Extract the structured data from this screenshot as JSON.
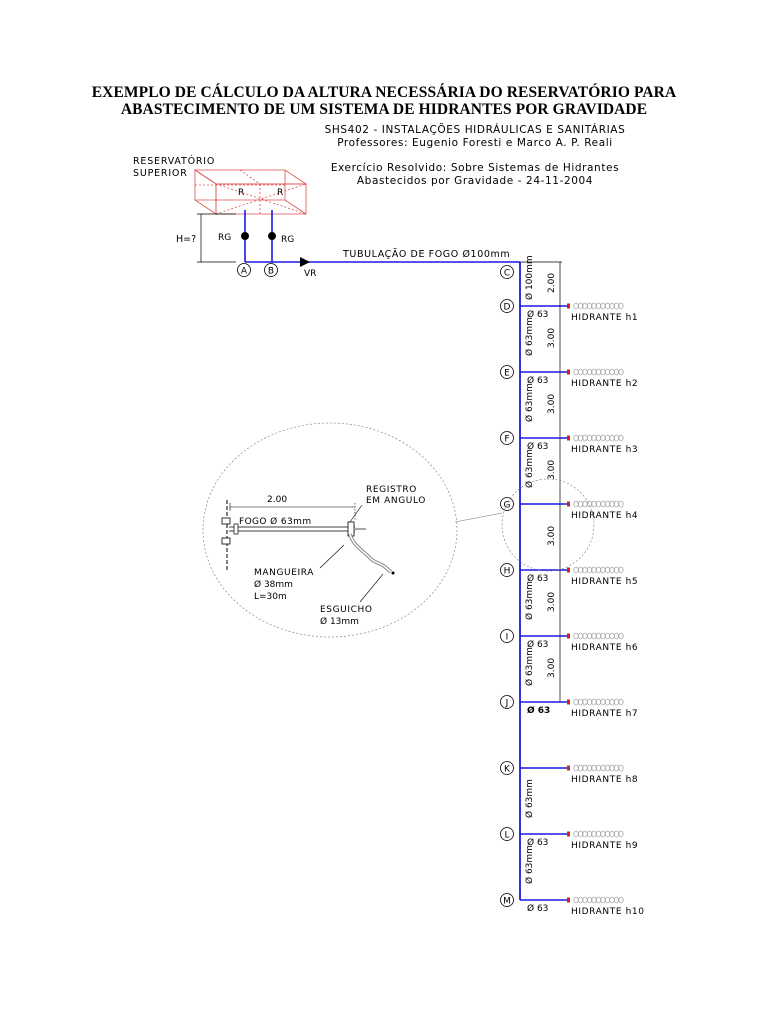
{
  "header": {
    "title_line1": "EXEMPLO DE CÁLCULO DA ALTURA NECESSÁRIA DO RESERVATÓRIO PARA",
    "title_line2": "ABASTECIMENTO DE UM SISTEMA DE HIDRANTES POR GRAVIDADE",
    "course": "SHS402 - INSTALAÇÕES HIDRÁULICAS E SANITÁRIAS",
    "professors": "Professores: Eugenio Foresti e Marco A. P. Reali",
    "exercise_line1": "Exercício Resolvido: Sobre Sistemas de Hidrantes",
    "exercise_line2": "Abastecidos por Gravidade - 24-11-2004"
  },
  "reservoir": {
    "label_line1": "RESERVATÓRIO",
    "label_line2": "SUPERIOR",
    "cell_left": "R",
    "cell_right": "R",
    "height_label": "H=?",
    "valve_left": "RG",
    "valve_right": "RG",
    "node_a": "A",
    "node_b": "B",
    "check_valve": "VR"
  },
  "main_pipe": {
    "label": "TUBULAÇÃO DE FOGO Ø100mm",
    "riser_diameter": "Ø 100mm",
    "riser_length": "2.00"
  },
  "riser_nodes": [
    {
      "id": "C"
    },
    {
      "id": "D"
    },
    {
      "id": "E"
    },
    {
      "id": "F"
    },
    {
      "id": "G"
    },
    {
      "id": "H"
    },
    {
      "id": "I"
    },
    {
      "id": "J"
    },
    {
      "id": "K"
    },
    {
      "id": "L"
    },
    {
      "id": "M"
    }
  ],
  "hydrants": [
    {
      "label": "HIDRANTE h1",
      "branch": "Ø 63",
      "segment_diam": "Ø 63mm",
      "segment_len": "3.00"
    },
    {
      "label": "HIDRANTE h2",
      "branch": "Ø 63",
      "segment_diam": "Ø 63mm",
      "segment_len": "3.00"
    },
    {
      "label": "HIDRANTE h3",
      "branch": "Ø 63",
      "segment_diam": "Ø 63mm",
      "segment_len": "3.00"
    },
    {
      "label": "HIDRANTE h4",
      "branch": "",
      "segment_diam": "",
      "segment_len": "3.00"
    },
    {
      "label": "HIDRANTE h5",
      "branch": "Ø 63",
      "segment_diam": "Ø 63mm",
      "segment_len": "3.00"
    },
    {
      "label": "HIDRANTE h6",
      "branch": "Ø 63",
      "segment_diam": "Ø 63mm",
      "segment_len": "3.00"
    },
    {
      "label": "HIDRANTE h7",
      "branch": "Ø 63",
      "segment_diam": "",
      "segment_len": ""
    },
    {
      "label": "HIDRANTE h8",
      "branch": "",
      "segment_diam": "Ø 63mm",
      "segment_len": ""
    },
    {
      "label": "HIDRANTE h9",
      "branch": "Ø 63",
      "segment_diam": "Ø 63mm",
      "segment_len": ""
    },
    {
      "label": "HIDRANTE h10",
      "branch": "Ø 63",
      "segment_diam": "",
      "segment_len": ""
    }
  ],
  "detail": {
    "length": "2.00",
    "pipe_label": "FOGO Ø 63mm",
    "valve_line1": "REGISTRO",
    "valve_line2": "EM ANGULO",
    "hose_line1": "MANGUEIRA",
    "hose_line2": "Ø 38mm",
    "hose_line3": "L=30m",
    "nozzle_line1": "ESGUICHO",
    "nozzle_line2": "Ø 13mm"
  },
  "colors": {
    "pipe": "#1a1ae6",
    "reservoir": "#e05050",
    "hydrant_valve": "#d02020",
    "hose": "#888888"
  }
}
